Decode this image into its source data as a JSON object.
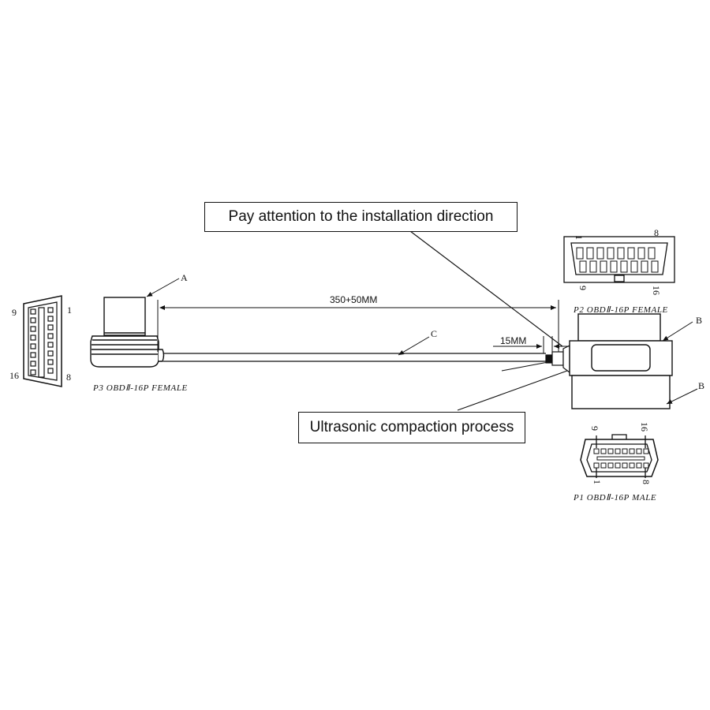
{
  "callouts": {
    "installation": "Pay attention to the installation direction",
    "ultrasonic": "Ultrasonic compaction process"
  },
  "dimensions": {
    "cable_length": "350+50MM",
    "overmold_length": "15MM"
  },
  "part_letters": {
    "a": "A",
    "b_upper": "B",
    "b_lower": "B",
    "c": "C"
  },
  "connectors": {
    "p3": {
      "caption": "P3 OBDⅡ-16P FEMALE",
      "pin_top_left": "9",
      "pin_top_right": "1",
      "pin_bottom_left": "16",
      "pin_bottom_right": "8"
    },
    "p2": {
      "caption": "P2 OBDⅡ-16P FEMALE",
      "pin_top_left": "1",
      "pin_top_right": "8",
      "pin_bottom_left": "9",
      "pin_bottom_right": "16"
    },
    "p1": {
      "caption": "P1 OBDⅡ-16P MALE",
      "pin_top_left": "9",
      "pin_top_right": "16",
      "pin_bottom_left": "1",
      "pin_bottom_right": "8"
    }
  }
}
